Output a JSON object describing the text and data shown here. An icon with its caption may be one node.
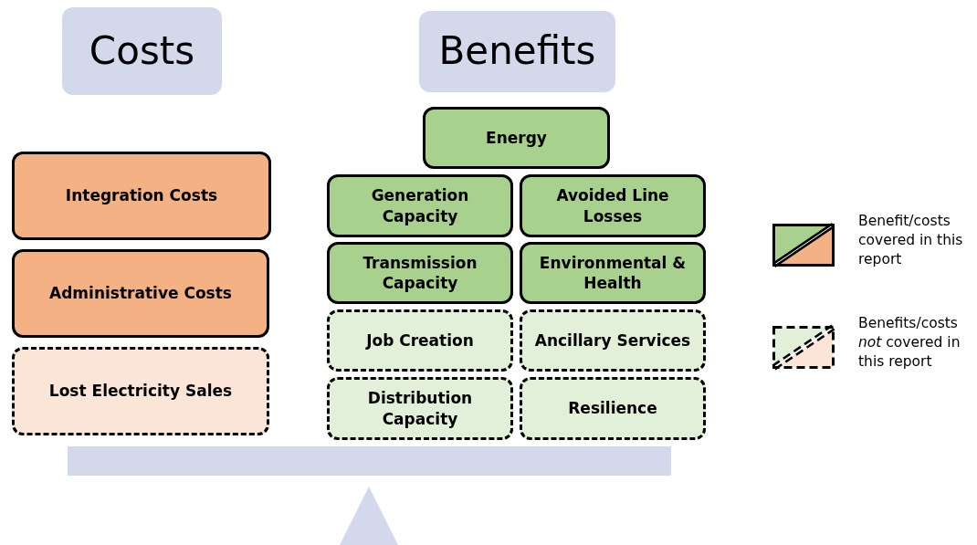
{
  "diagram": {
    "nodes": [
      {
        "text": [
          "Costs"
        ]
      },
      {
        "text": [
          "Benefits"
        ]
      },
      {
        "text": [
          "Integration Costs"
        ]
      },
      {
        "text": [
          "Administrative Costs"
        ]
      },
      {
        "text": [
          "Lost Electricity Sales"
        ]
      },
      {
        "text": [
          "Energy"
        ]
      },
      {
        "text": [
          "Generation Capacity"
        ]
      },
      {
        "text": [
          "Avoided Line Losses"
        ]
      },
      {
        "text": [
          "Transmission Capacity"
        ]
      },
      {
        "text": [
          "Environmental & Health"
        ]
      },
      {
        "text": [
          "Job Creation"
        ]
      },
      {
        "text": [
          "Ancillary Services"
        ]
      },
      {
        "text": [
          "Distribution Capacity"
        ]
      },
      {
        "text": [
          "Resilience"
        ]
      }
    ],
    "legend": [
      {
        "text": "Benefit/costs covered in this report"
      },
      {
        "text": "Benefits/costs *not* covered in this report"
      }
    ]
  }
}
